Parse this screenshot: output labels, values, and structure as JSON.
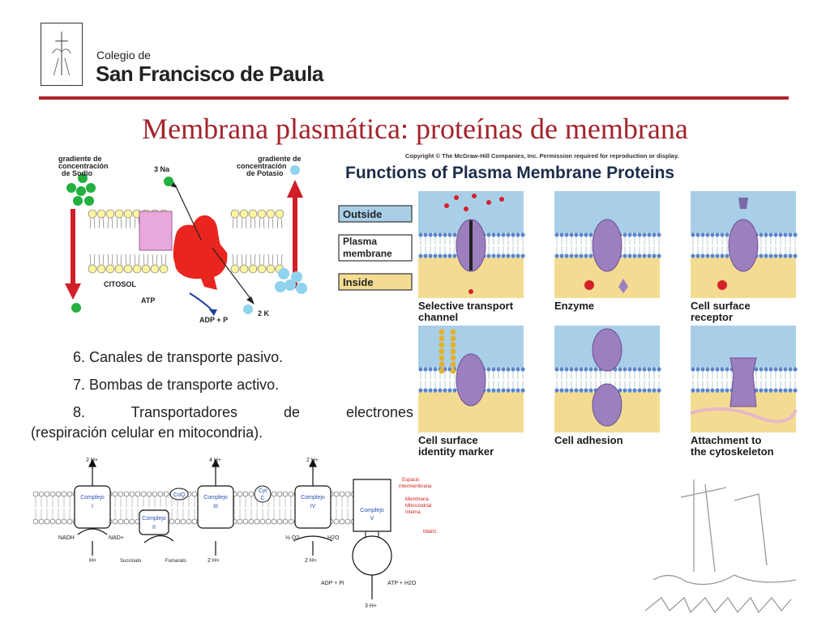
{
  "header": {
    "school_line1": "Colegio de",
    "school_line2": "San Francisco de Paula",
    "logo": "school-crest-logo"
  },
  "slide": {
    "title": "Membrana plasmática: proteínas de membrana"
  },
  "pump_figure": {
    "sodium_gradient": [
      "gradiente de",
      "concentración",
      "de Sodio"
    ],
    "potassium_gradient": [
      "gradiente de",
      "concentración",
      "de Potasio"
    ],
    "na_label": "3 Na",
    "k_label": "2 K",
    "cytosol_label": "CITOSOL",
    "atp_label": "ATP",
    "adp_label": "ADP + P"
  },
  "functions_figure": {
    "copyright": "Copyright © The McGraw-Hill Companies, Inc. Permission required for reproduction or display.",
    "title": "Functions of Plasma Membrane Proteins",
    "legend": [
      "Outside",
      "Plasma membrane",
      "Inside"
    ],
    "panels": [
      [
        "Selective transport",
        "channel"
      ],
      [
        "Enzyme"
      ],
      [
        "Cell surface",
        "receptor"
      ],
      [
        "Cell surface",
        "identity marker"
      ],
      [
        "Cell adhesion"
      ],
      [
        "Attachment to",
        "the cytoskeleton"
      ]
    ]
  },
  "list": {
    "item6": "6. Canales de transporte pasivo.",
    "item7": "7. Bombas de transporte activo.",
    "item8_words": [
      "8.",
      "Transportadores",
      "de",
      "electrones"
    ],
    "item8_cont": "(respiración celular en mitocondria)."
  },
  "etc_figure": {
    "top_labels": [
      "2 H+",
      "4 H+",
      "2 H+"
    ],
    "complexes": [
      "Complejo I",
      "Complejo II",
      "Complejo III",
      "Complejo IV",
      "Complejo V"
    ],
    "coq": "CoQ",
    "cytc": [
      "Cyt",
      "C"
    ],
    "legend": [
      "Espacio",
      "intermembrana",
      "Membrana",
      "Mitocondrial",
      "Interna",
      "Matriz"
    ],
    "bottom_labels": [
      "NADH",
      "NAD+",
      "H+",
      "Succinato",
      "Fumarato",
      "2 H+",
      "½ O2",
      "H2O",
      "2 H+",
      "ADP + Pi",
      "ATP + H2O",
      "3 H+"
    ]
  },
  "colors": {
    "title_red": "#a3232b",
    "rule_red": "#b0242c",
    "membrane_blue": "#5b86c9",
    "protein_purple": "#9b7fbf",
    "pump_red": "#e8251f",
    "ion_green": "#22b040",
    "ion_blue": "#8fd3ee"
  }
}
